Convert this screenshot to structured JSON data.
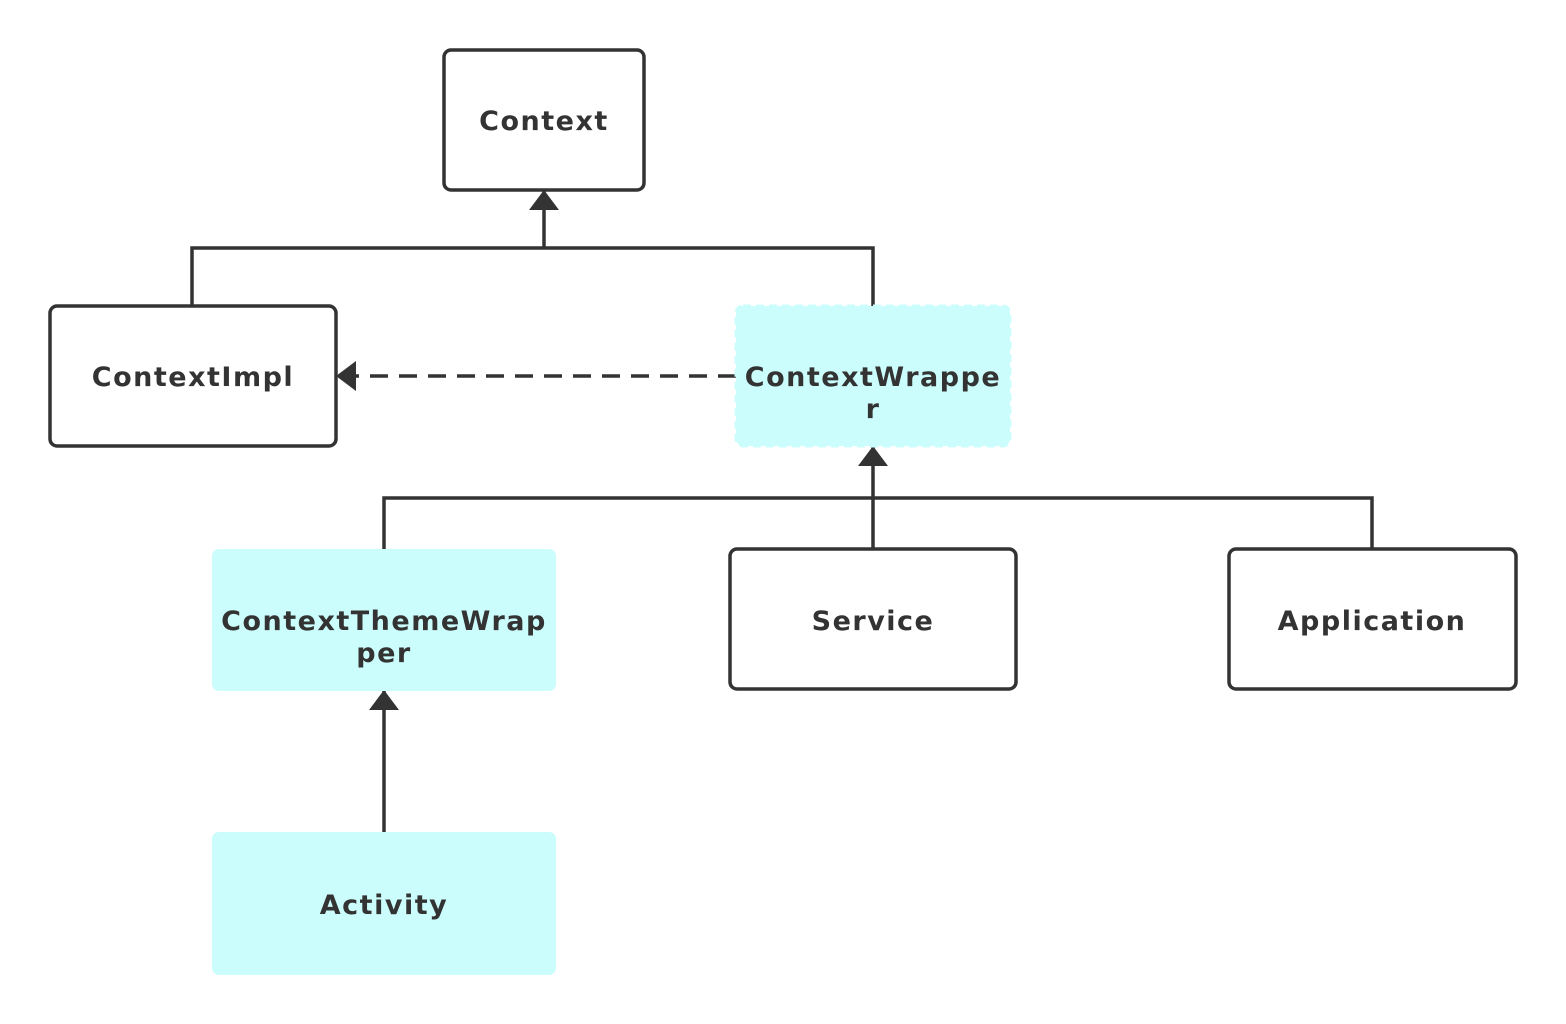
{
  "colors": {
    "stroke": "#333333",
    "text": "#333333",
    "highlight_fill": "#ccfdfd",
    "background": "#ffffff"
  },
  "nodes": {
    "context": {
      "label": "Context",
      "style": "outlined"
    },
    "context_impl": {
      "label": "ContextImpl",
      "style": "outlined"
    },
    "context_wrapper": {
      "label_line1": "ContextWrappe",
      "label_line2": "r",
      "style": "highlight-dashed"
    },
    "context_theme_wrapper": {
      "label_line1": "ContextThemeWrap",
      "label_line2": "per",
      "style": "highlight"
    },
    "service": {
      "label": "Service",
      "style": "outlined"
    },
    "application": {
      "label": "Application",
      "style": "outlined"
    },
    "activity": {
      "label": "Activity",
      "style": "highlight"
    }
  },
  "edges": [
    {
      "from": "context_impl",
      "to": "context",
      "type": "inheritance"
    },
    {
      "from": "context_wrapper",
      "to": "context",
      "type": "inheritance"
    },
    {
      "from": "context_wrapper",
      "to": "context_impl",
      "type": "dependency-dashed"
    },
    {
      "from": "context_theme_wrapper",
      "to": "context_wrapper",
      "type": "inheritance"
    },
    {
      "from": "service",
      "to": "context_wrapper",
      "type": "inheritance"
    },
    {
      "from": "application",
      "to": "context_wrapper",
      "type": "inheritance"
    },
    {
      "from": "activity",
      "to": "context_theme_wrapper",
      "type": "inheritance"
    }
  ]
}
